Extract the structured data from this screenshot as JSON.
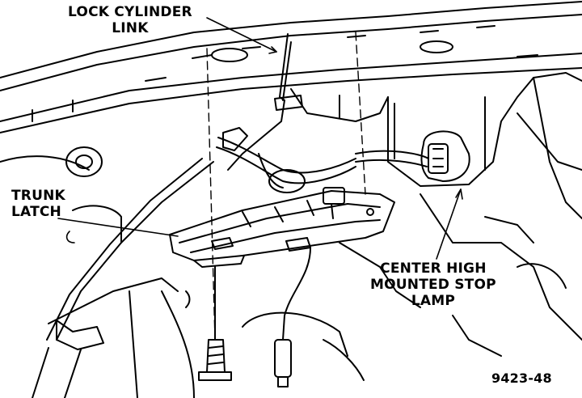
{
  "labels": {
    "lock_cylinder_link": [
      "LOCK CYLINDER",
      "LINK"
    ],
    "trunk_latch": [
      "TRUNK",
      "LATCH"
    ],
    "center_high_mounted_stop_lamp": [
      "CENTER HIGH",
      "MOUNTED STOP",
      "LAMP"
    ]
  },
  "figure_number": "9423-48",
  "colors": {
    "ink": "#000000",
    "paper": "#ffffff"
  }
}
